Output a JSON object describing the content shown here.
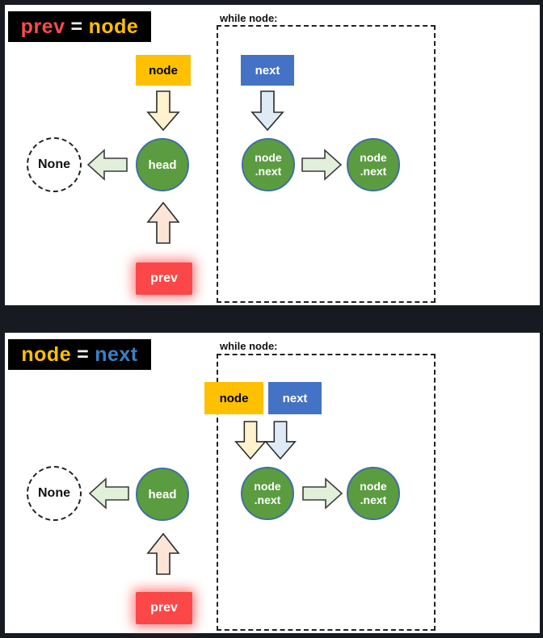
{
  "colors": {
    "background": "#171A20",
    "panel": "#FFFFFF",
    "statement_box": "#000000",
    "red": "#FA4A4C",
    "orange": "#FFC000",
    "blue_box": "#4472C4",
    "blue_text": "#3A80C4",
    "green_node_fill": "#5B9C41",
    "green_node_border": "#41719C",
    "arrow_yellow": "#FFF2CC",
    "arrow_blue": "#DEEBF7",
    "arrow_green": "#E2EFDA",
    "arrow_pink": "#FCE4D6",
    "prev_glow": "#FF4646"
  },
  "panel1": {
    "statement": {
      "lhs": "prev",
      "eq": "=",
      "rhs": "node"
    },
    "while_label": "while node:",
    "node_box": "node",
    "next_box": "next",
    "prev_box": "prev",
    "none_node": "None",
    "head_node": "head",
    "node_next_1": {
      "line1": "node",
      "line2": ".next"
    },
    "node_next_2": {
      "line1": "node",
      "line2": ".next"
    }
  },
  "panel2": {
    "statement": {
      "lhs": "node",
      "eq": "=",
      "rhs": "next"
    },
    "while_label": "while node:",
    "node_box": "node",
    "next_box": "next",
    "prev_box": "prev",
    "none_node": "None",
    "head_node": "head",
    "node_next_1": {
      "line1": "node",
      "line2": ".next"
    },
    "node_next_2": {
      "line1": "node",
      "line2": ".next"
    }
  }
}
